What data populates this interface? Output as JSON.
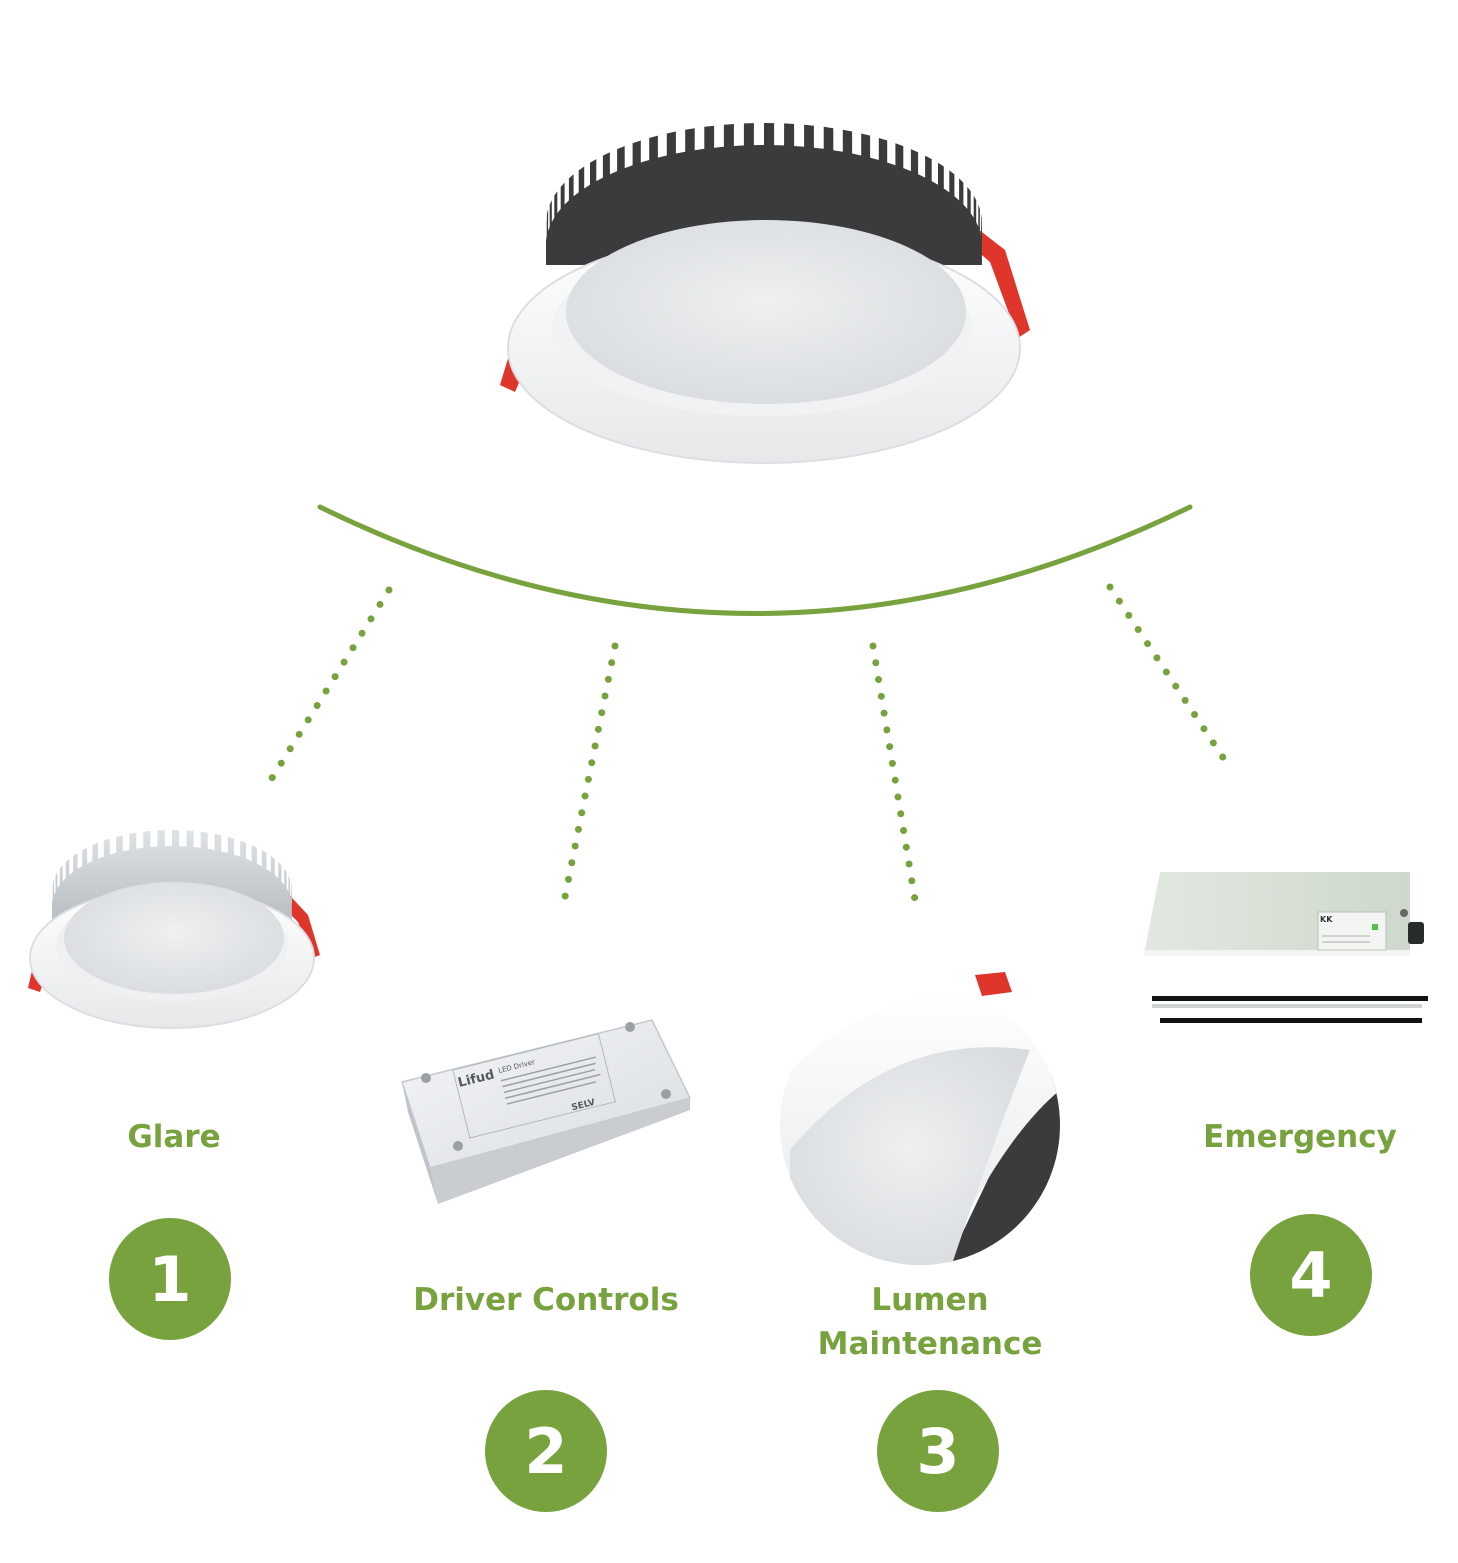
{
  "theme": {
    "accent": "#77a23d",
    "dark": "#3a3b3d",
    "tab": "#e0352b"
  },
  "items": [
    {
      "label": "Glare",
      "number": "1"
    },
    {
      "label": "Driver Controls",
      "number": "2"
    },
    {
      "label": "Lumen\nMaintenance",
      "number": "3"
    },
    {
      "label": "Emergency",
      "number": "4"
    }
  ],
  "driver_box": {
    "brand": "Lifud",
    "title": "LED Driver",
    "mark": "SELV"
  },
  "emergency_box": {
    "brand": "KK"
  }
}
